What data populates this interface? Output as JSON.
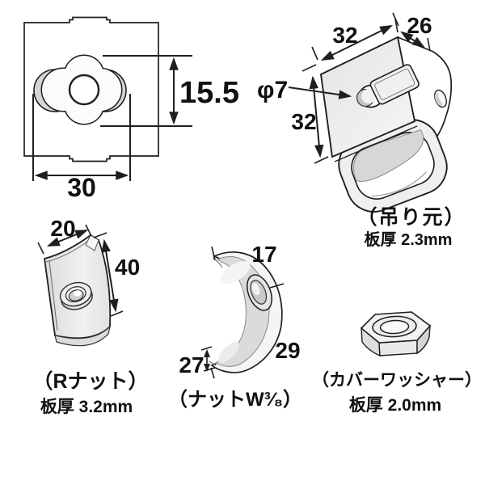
{
  "canvas": {
    "background": "#ffffff",
    "line_color": "#1f1f1f"
  },
  "parts": {
    "spring_plate": {
      "description": "square spring plate with clover hole",
      "dim_height": "15.5",
      "dim_width": "30"
    },
    "hanger": {
      "dim_top": "32",
      "dim_depth": "26",
      "dim_hole": "φ7",
      "dim_side": "32",
      "label": "（吊り元）",
      "thickness": "板厚 2.3mm"
    },
    "r_nut": {
      "dim_width": "20",
      "dim_height": "40",
      "label": "（Rナット）",
      "thickness": "板厚 3.2mm"
    },
    "cover_washer": {
      "dim_top": "17",
      "dim_side": "29",
      "dim_bottom": "27",
      "label": "（ナットW³⁄₈）"
    },
    "hex_nut": {
      "label": "（カバーワッシャー）",
      "thickness": "板厚 2.0mm"
    }
  }
}
